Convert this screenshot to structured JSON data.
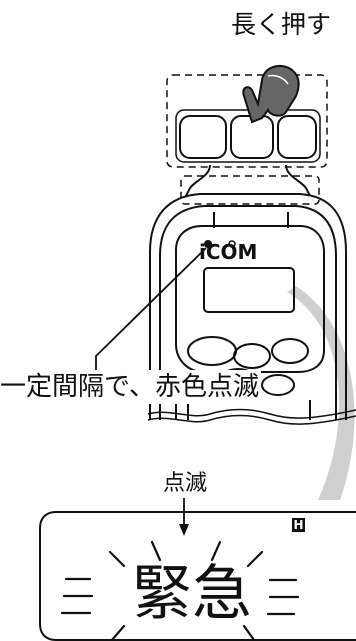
{
  "labels": {
    "long_press": "長く押す",
    "indicator": "一定間隔で、赤色点滅",
    "blink": "点滅",
    "brand": "iCOM",
    "emergency": "緊急",
    "badge": "H"
  },
  "icons": {
    "hand": "pointing-hand-icon",
    "arrow": "down-arrow-icon"
  },
  "colors": {
    "line": "#111111",
    "callout_band": "#cfcfcf"
  }
}
